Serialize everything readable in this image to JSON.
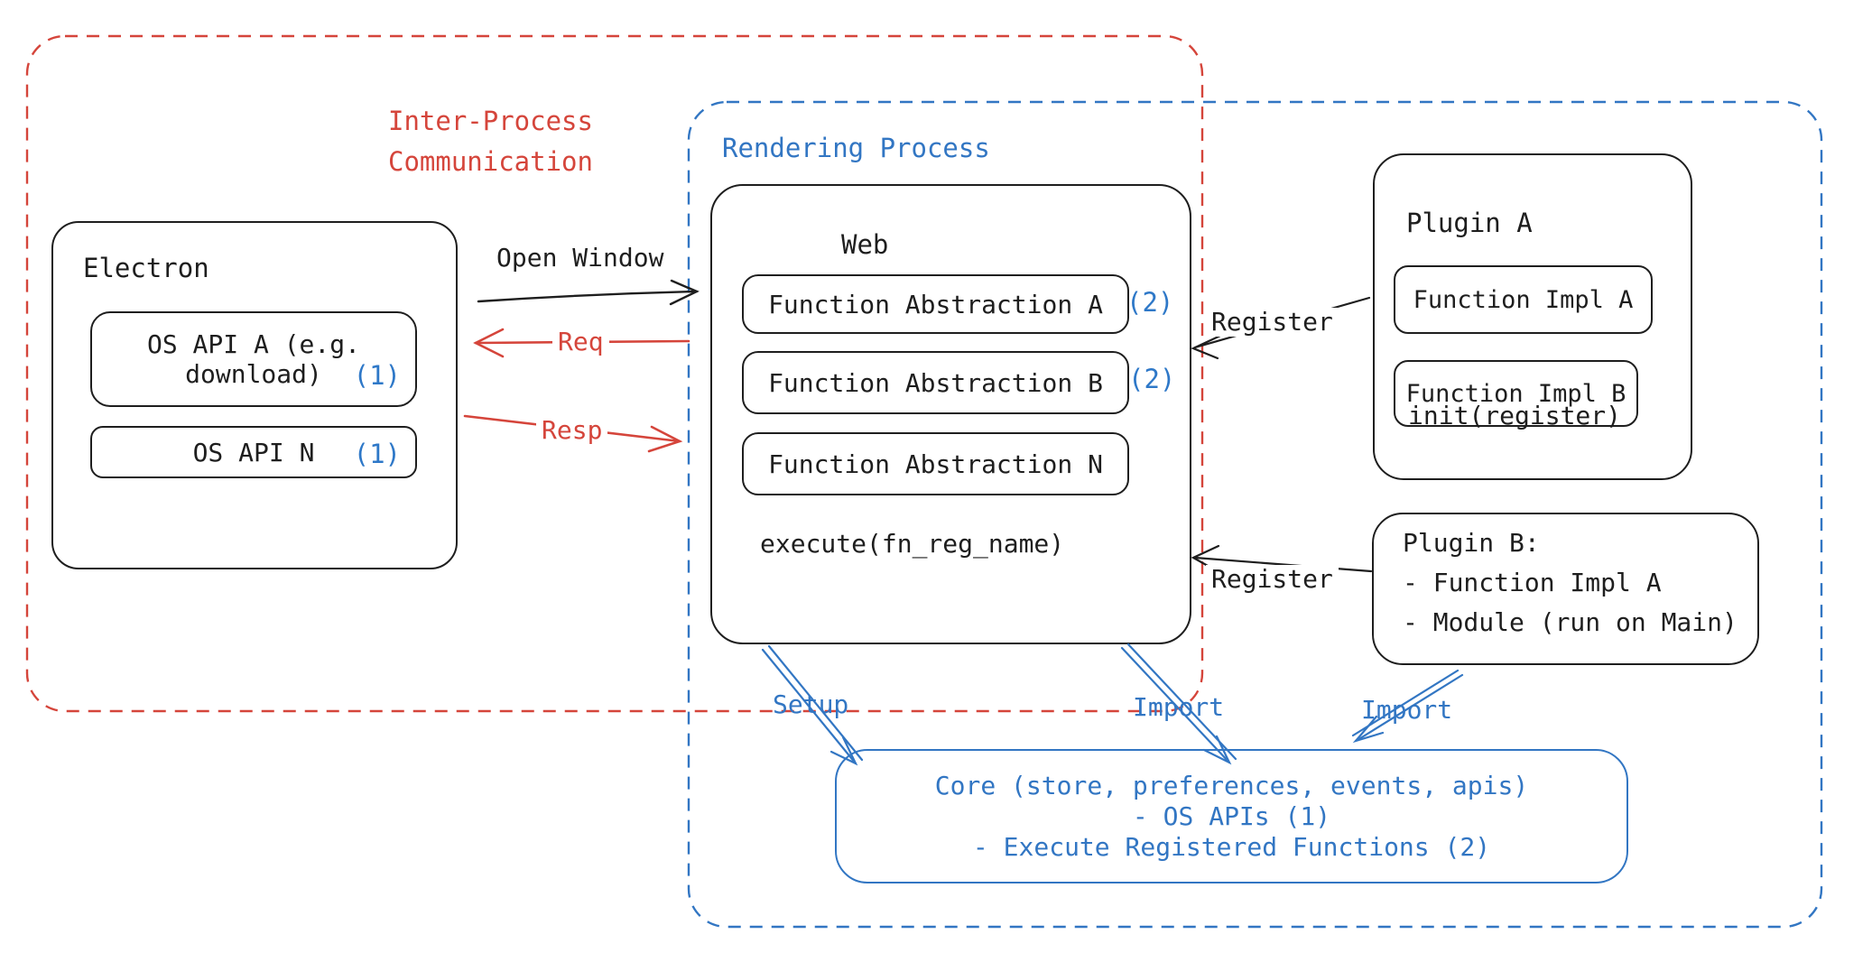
{
  "colors": {
    "red": "#d5453b",
    "blue": "#3276c3",
    "badge_blue": "#2e78c8",
    "ink": "#1e1e1e",
    "background": "#ffffff"
  },
  "ipc": {
    "label_line1": "Inter-Process",
    "label_line2": "Communication"
  },
  "rendering_process": {
    "label": "Rendering Process"
  },
  "electron": {
    "title": "Electron",
    "api_a": {
      "line1": "OS API A (e.g.",
      "line2": "download)",
      "badge": "(1)"
    },
    "api_n": {
      "label": "OS API N",
      "badge": "(1)"
    }
  },
  "web": {
    "title": "Web",
    "fn_a": {
      "label": "Function Abstraction A",
      "badge": "(2)"
    },
    "fn_b": {
      "label": "Function Abstraction B",
      "badge": "(2)"
    },
    "fn_n": {
      "label": "Function Abstraction N"
    },
    "execute_label": "execute(fn_reg_name)"
  },
  "plugin_a": {
    "title": "Plugin A",
    "impl_a": "Function Impl A",
    "impl_b": "Function Impl B",
    "init_label": "init(register)"
  },
  "plugin_b": {
    "line1": "Plugin B:",
    "line2": "- Function Impl A",
    "line3": "- Module (run on Main)"
  },
  "core": {
    "line1": "Core (store, preferences, events, apis)",
    "line2": "- OS APIs (1)",
    "line3": "- Execute Registered Functions (2)"
  },
  "arrows": {
    "open_window": "Open Window",
    "req": "Req",
    "resp": "Resp",
    "register_a": "Register",
    "register_b": "Register",
    "setup": "Setup",
    "import_web": "Import",
    "import_plugin_b": "Import"
  }
}
